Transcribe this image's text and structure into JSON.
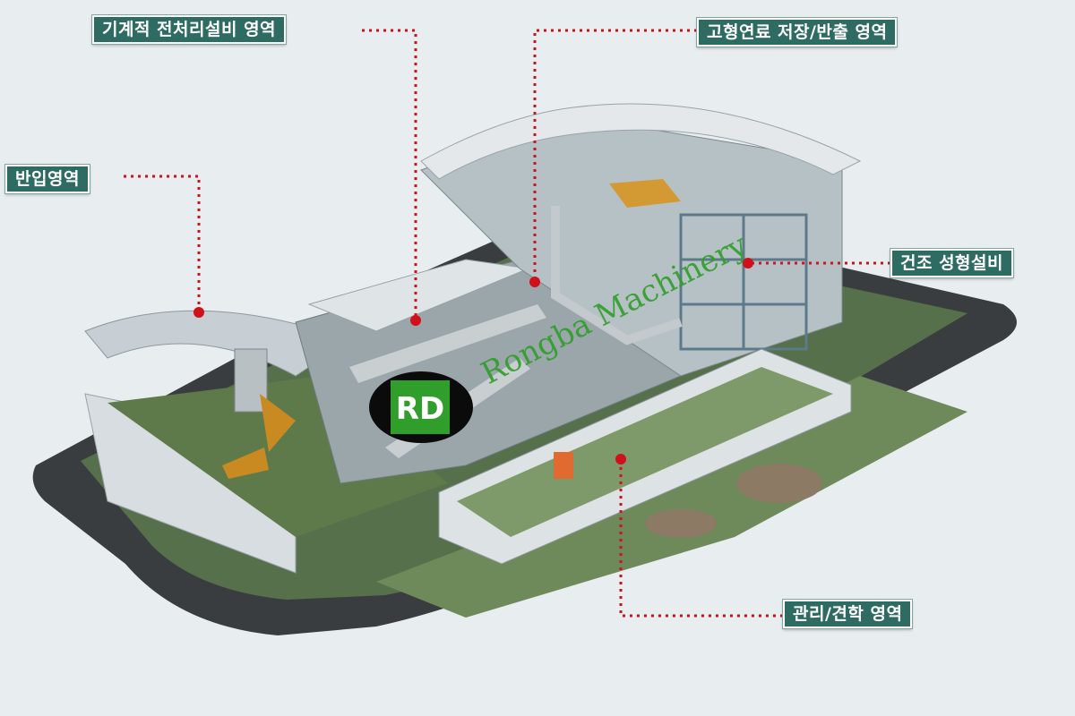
{
  "labels": {
    "mechanical_pretreatment": "기계적 전처리설비 영역",
    "solid_fuel_storage": "고형연료 저장/반출 영역",
    "intake": "반입영역",
    "drying_forming": "건조 성형설비",
    "management_tour": "관리/견학 영역"
  },
  "watermark": {
    "text": "Rongba Machinery",
    "logo_text": "RD"
  },
  "colors": {
    "callout_bg": "#2e6b62",
    "leader_line": "#d0101a",
    "background": "#e8edf0",
    "watermark": "#2f9e2a"
  }
}
